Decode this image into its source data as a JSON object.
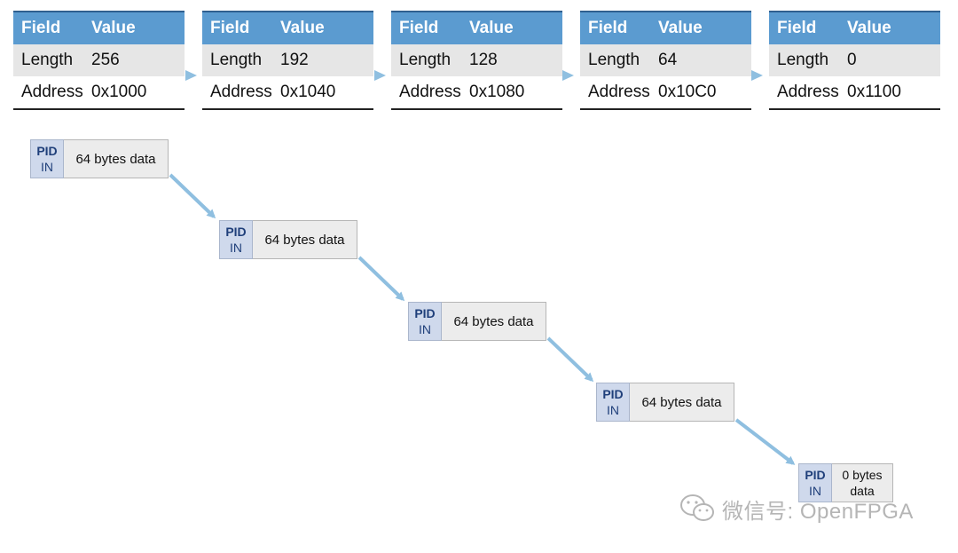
{
  "tables": [
    {
      "header": [
        "Field",
        "Value"
      ],
      "rows": [
        [
          "Length",
          "256"
        ],
        [
          "Address",
          "0x1000"
        ]
      ]
    },
    {
      "header": [
        "Field",
        "Value"
      ],
      "rows": [
        [
          "Length",
          "192"
        ],
        [
          "Address",
          "0x1040"
        ]
      ]
    },
    {
      "header": [
        "Field",
        "Value"
      ],
      "rows": [
        [
          "Length",
          "128"
        ],
        [
          "Address",
          "0x1080"
        ]
      ]
    },
    {
      "header": [
        "Field",
        "Value"
      ],
      "rows": [
        [
          "Length",
          "64"
        ],
        [
          "Address",
          "0x10C0"
        ]
      ]
    },
    {
      "header": [
        "Field",
        "Value"
      ],
      "rows": [
        [
          "Length",
          "0"
        ],
        [
          "Address",
          "0x1100"
        ]
      ]
    }
  ],
  "packets": [
    {
      "pid_top": "PID",
      "pid_bottom": "IN",
      "data": "64 bytes data"
    },
    {
      "pid_top": "PID",
      "pid_bottom": "IN",
      "data": "64 bytes data"
    },
    {
      "pid_top": "PID",
      "pid_bottom": "IN",
      "data": "64 bytes data"
    },
    {
      "pid_top": "PID",
      "pid_bottom": "IN",
      "data": "64 bytes data"
    },
    {
      "pid_top": "PID",
      "pid_bottom": "IN",
      "data_line1": "0 bytes",
      "data_line2": "data"
    }
  ],
  "watermark": "微信号: OpenFPGA",
  "colors": {
    "header_bg": "#5b9bd0",
    "arrow": "#8fbfe0",
    "pid_bg": "#cfd9ec"
  }
}
